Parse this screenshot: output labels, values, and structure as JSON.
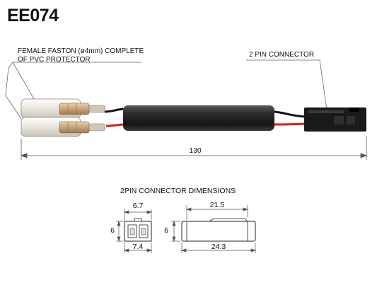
{
  "header": {
    "product_code": "EE074"
  },
  "callouts": {
    "faston_line1": "FEMALE FASTON (ø4mm) COMPLETE",
    "faston_line2": "OF PVC PROTECTOR",
    "connector": "2 PIN CONNECTOR"
  },
  "dimensions": {
    "total_length": "130",
    "section_title": "2PIN CONNECTOR  DIMENSIONS",
    "front_width_top": "6.7",
    "front_width_bottom": "7.4",
    "front_height": "6",
    "side_height": "6",
    "side_length_top": "21.5",
    "side_length_bottom": "24.3"
  },
  "colors": {
    "sleeve": "#2a2a2a",
    "wire_red": "#d0201a",
    "wire_black": "#111111",
    "connector_body": "#1a1a1a",
    "pvc_protector": "#e8e4dc"
  }
}
